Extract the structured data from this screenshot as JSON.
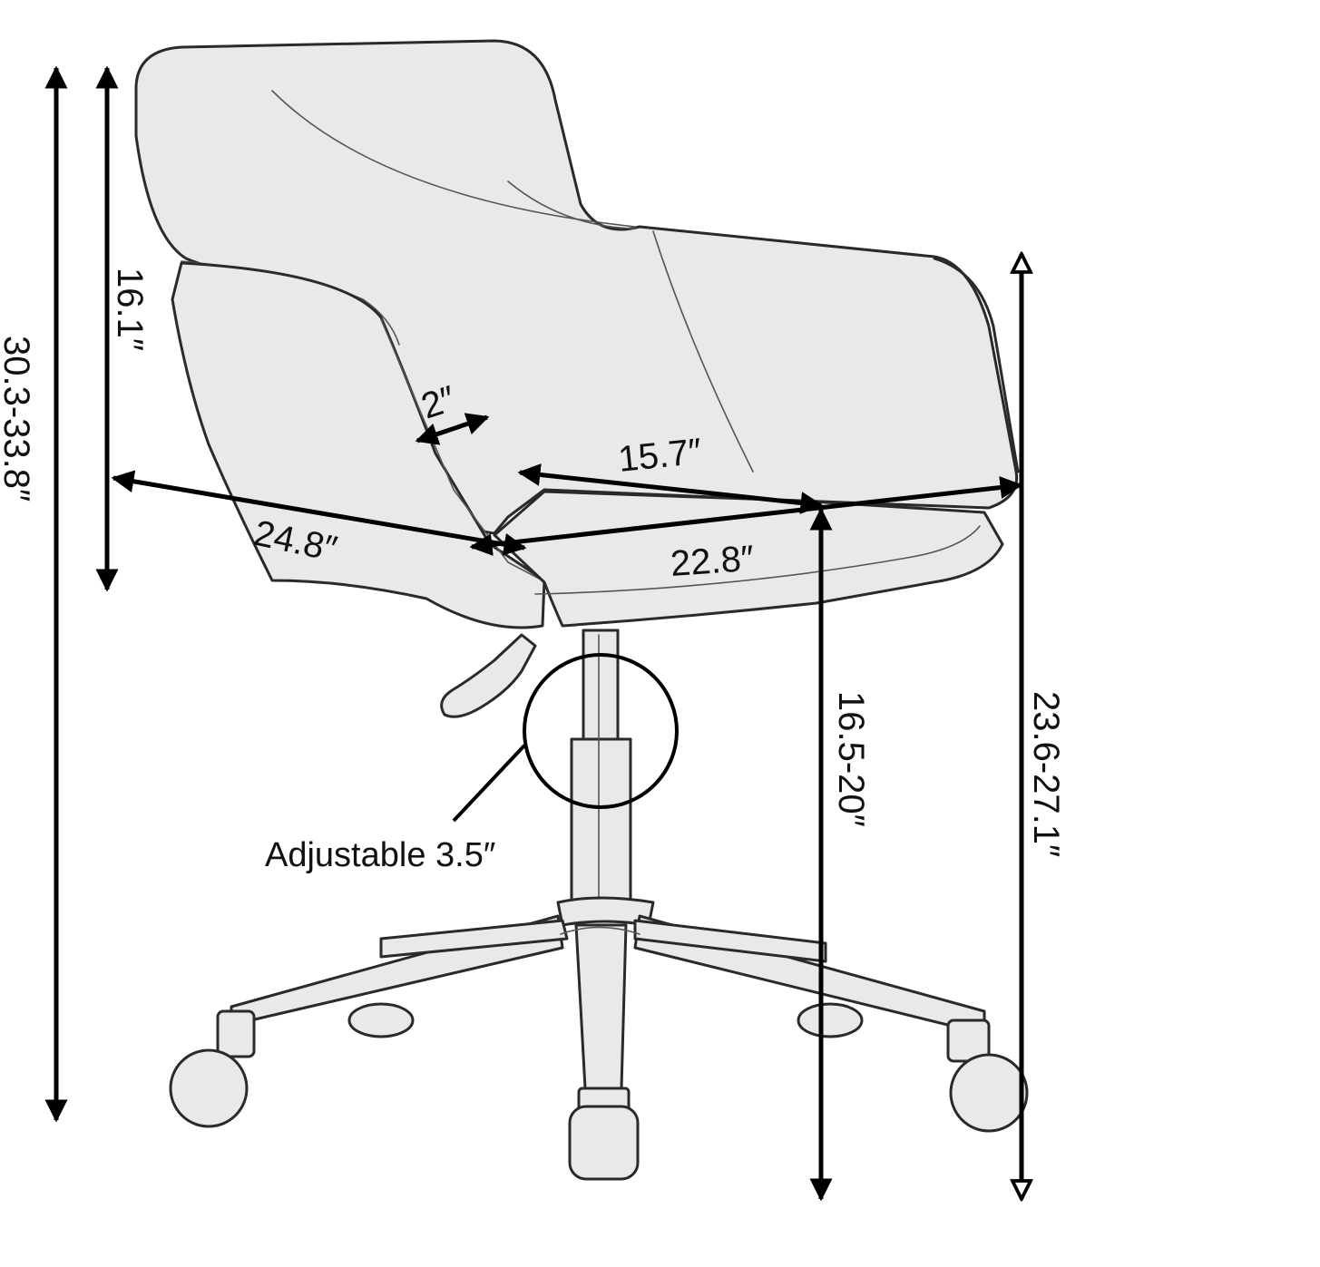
{
  "diagram": {
    "dimensions": {
      "overall_height": "30.3-33.8″",
      "back_height": "16.1″",
      "arm_width": "2″",
      "seat_width_inner": "15.7″",
      "overall_width": "24.8″",
      "seat_depth": "22.8″",
      "seat_height": "16.5-20″",
      "arm_height": "23.6-27.1″"
    },
    "callout": "Adjustable 3.5″"
  }
}
